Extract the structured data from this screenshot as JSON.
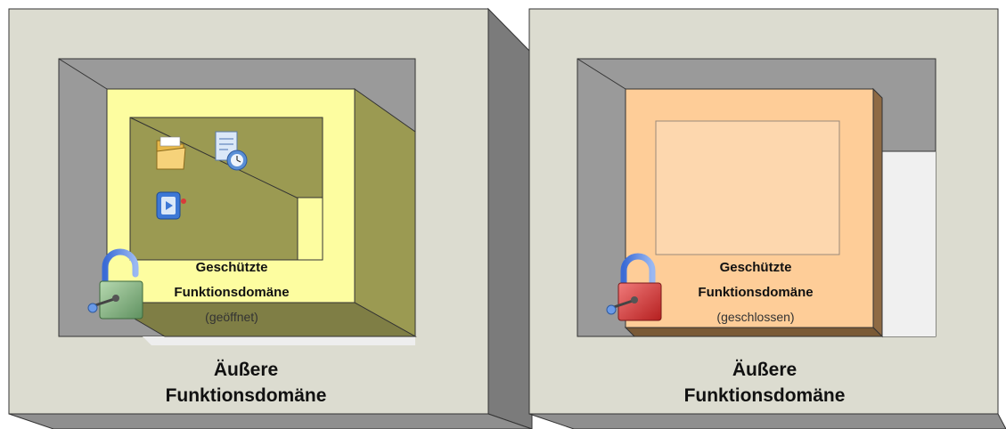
{
  "panels": [
    {
      "state": "open",
      "outer_label_line1": "Äußere",
      "outer_label_line2": "Funktionsdomäne",
      "inner_label_line1": "Geschützte",
      "inner_label_line2": "Funktionsdomäne",
      "inner_label_line3": "(geöffnet)",
      "inner_color": "#fdfda0",
      "inner_side_color": "#9b9a52",
      "lock_color": "#8fbf8f",
      "icons": [
        "folder-icon",
        "document-clock-icon",
        "application-icon"
      ]
    },
    {
      "state": "closed",
      "outer_label_line1": "Äußere",
      "outer_label_line2": "Funktionsdomäne",
      "inner_label_line1": "Geschützte",
      "inner_label_line2": "Funktionsdomäne",
      "inner_label_line3": "(geschlossen)",
      "inner_color": "#fecd98",
      "inner_side_color": "#8e6a44",
      "lock_color": "#d83c3c",
      "icons": []
    }
  ],
  "colors": {
    "outer_face": "#dcdcd0",
    "outer_side": "#a3a3a3",
    "outer_depth": "#909090",
    "shaft": "#999999"
  }
}
